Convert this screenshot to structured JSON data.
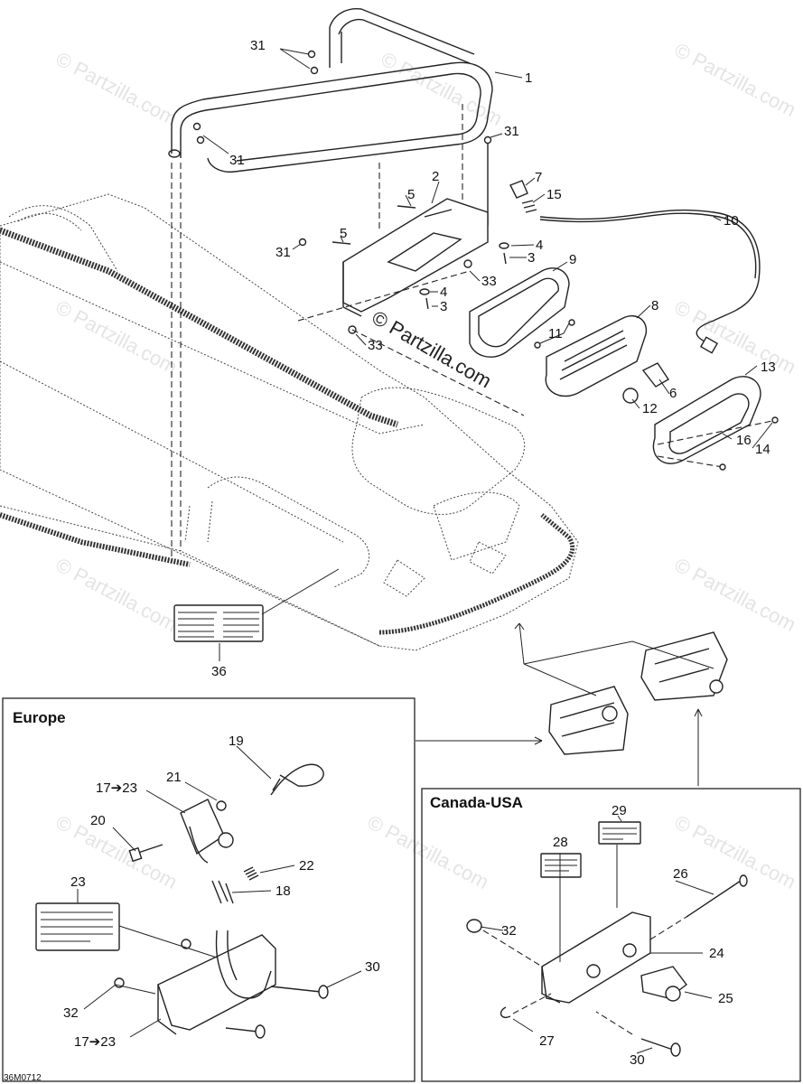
{
  "watermark": "© Partzilla.com",
  "diagram_code": "36M0712",
  "regions": {
    "europe": "Europe",
    "canada_usa": "Canada-USA"
  },
  "callouts": {
    "c1": "1",
    "c2": "2",
    "c3a": "3",
    "c3b": "3",
    "c4a": "4",
    "c4b": "4",
    "c5a": "5",
    "c5b": "5",
    "c6": "6",
    "c7": "7",
    "c8": "8",
    "c9": "9",
    "c10": "10",
    "c11": "11",
    "c12": "12",
    "c13": "13",
    "c14": "14",
    "c15": "15",
    "c16": "16",
    "c18": "18",
    "c19": "19",
    "c20": "20",
    "c21": "21",
    "c22": "22",
    "c23": "23",
    "c24": "24",
    "c25": "25",
    "c26": "26",
    "c27": "27",
    "c28": "28",
    "c29": "29",
    "c30a": "30",
    "c30b": "30",
    "c31a": "31",
    "c31b": "31",
    "c31c": "31",
    "c31d": "31",
    "c32a": "32",
    "c32b": "32",
    "c33a": "33",
    "c33b": "33",
    "c36": "36",
    "c17a": "17➔23",
    "c17b": "17➔23"
  }
}
